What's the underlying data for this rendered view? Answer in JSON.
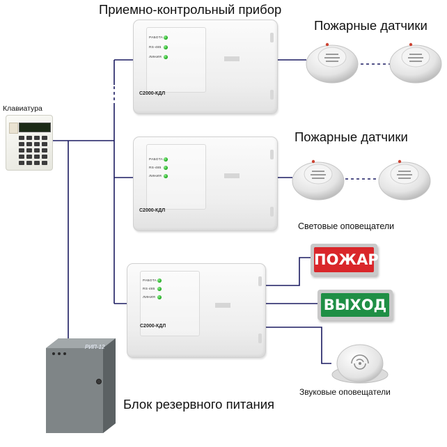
{
  "title_main": "Приемно-контрольный прибор",
  "title_sensors_top": "Пожарные датчики",
  "title_sensors_mid": "Пожарные датчики",
  "keypad_label": "Клавиатура",
  "keypad_display": "",
  "light_alarms_label": "Световые оповещатели",
  "sound_alarms_label": "Звуковые оповещатели",
  "psu_label": "Блок резервного питания",
  "psu_model": "РИП-12",
  "panel_model": "С2000-КДЛ",
  "panel_leds": [
    "РАБОТА",
    "RS-485",
    "ЛИНИЯ"
  ],
  "sign_fire": "ПОЖАР",
  "sign_exit": "ВЫХОД",
  "colors": {
    "wire": "#1a1a60",
    "sign_fire_bg": "#d9262a",
    "sign_exit_bg": "#1f8f45",
    "led_green": "#1aa51a",
    "psu_body": "#7f8587"
  }
}
